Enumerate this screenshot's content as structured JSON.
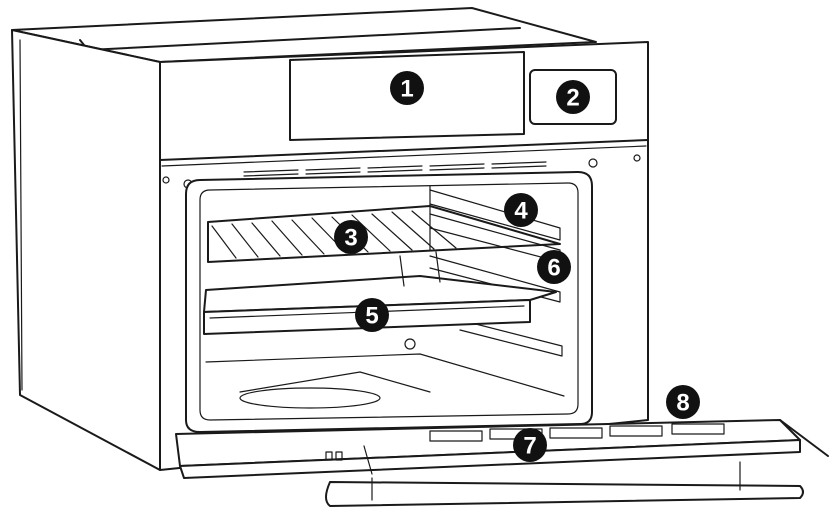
{
  "callouts": [
    {
      "id": "1",
      "label": "1"
    },
    {
      "id": "2",
      "label": "2"
    },
    {
      "id": "3",
      "label": "3"
    },
    {
      "id": "4",
      "label": "4"
    },
    {
      "id": "5",
      "label": "5"
    },
    {
      "id": "6",
      "label": "6"
    },
    {
      "id": "7",
      "label": "7"
    },
    {
      "id": "8",
      "label": "8"
    }
  ],
  "colors": {
    "line": "#1a1a1a",
    "marker": "#111111",
    "marker_text": "#ffffff",
    "background": "#ffffff"
  }
}
